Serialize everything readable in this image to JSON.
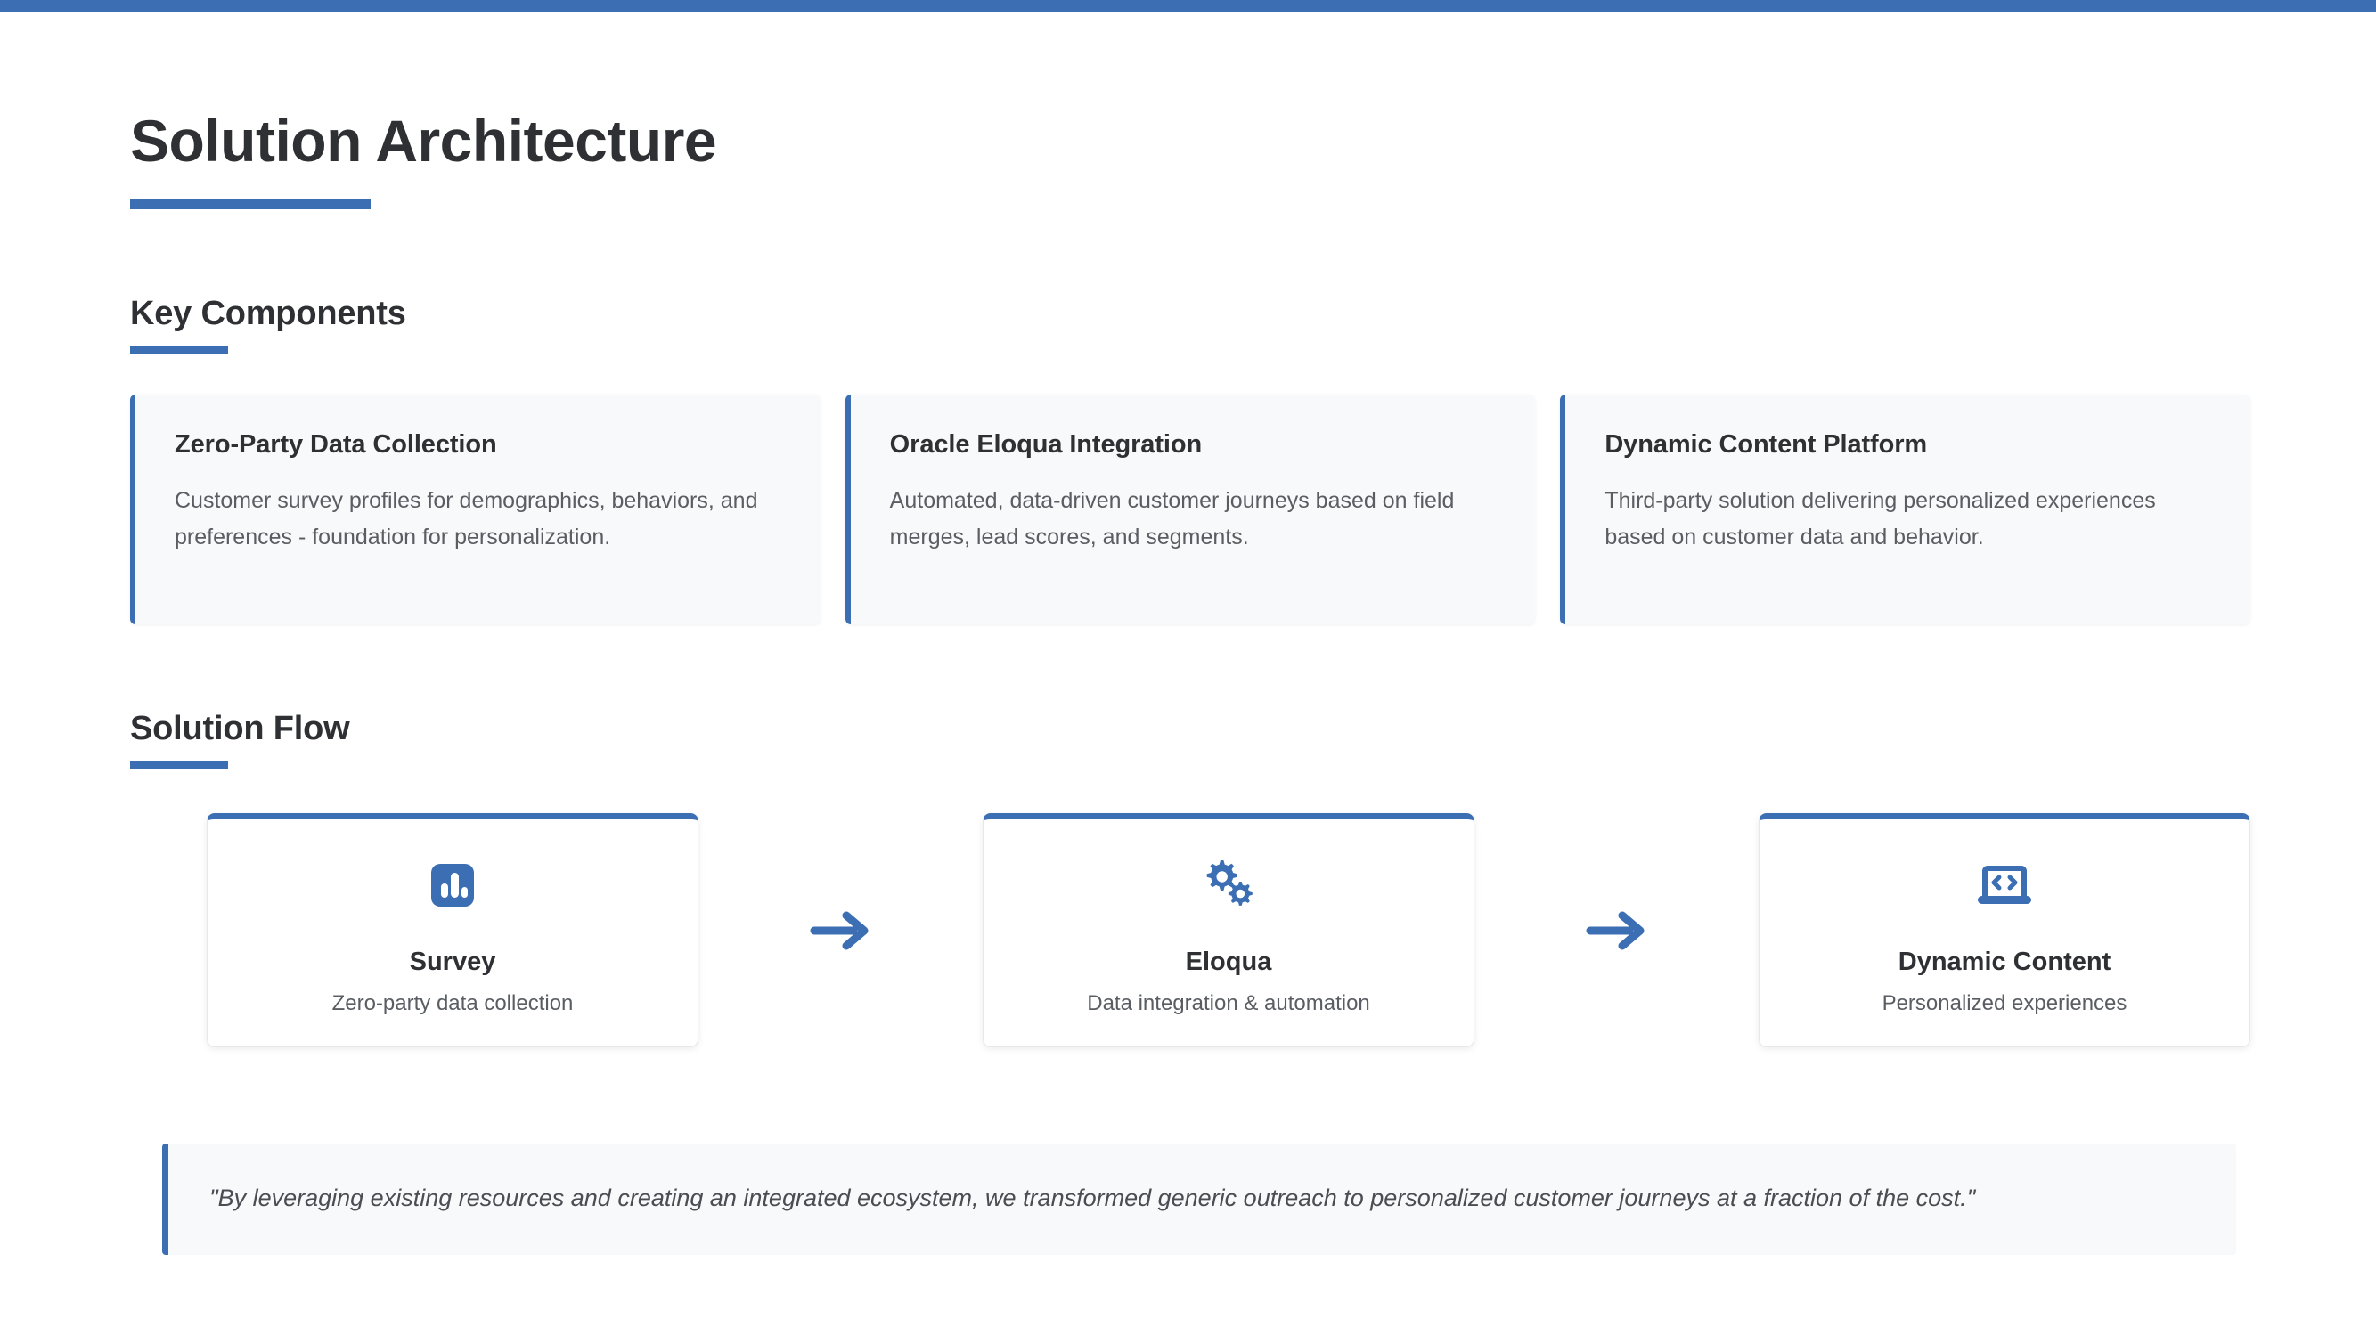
{
  "theme": {
    "accent": "#3C6EB4",
    "card_bg": "#F8F9FA",
    "heading_color": "#2F3033",
    "body_color": "#5A5E63"
  },
  "header": {
    "title": "Solution Architecture"
  },
  "key_components": {
    "section_title": "Key Components",
    "cards": [
      {
        "title": "Zero-Party Data Collection",
        "description": "Customer survey profiles for demographics, behaviors, and preferences - foundation for personalization."
      },
      {
        "title": "Oracle Eloqua Integration",
        "description": "Automated, data-driven customer journeys based on field merges, lead scores, and segments."
      },
      {
        "title": "Dynamic Content Platform",
        "description": "Third-party solution delivering personalized experiences based on customer data and behavior."
      }
    ]
  },
  "solution_flow": {
    "section_title": "Solution Flow",
    "steps": [
      {
        "icon": "bar-chart-icon",
        "title": "Survey",
        "subtitle": "Zero-party data collection"
      },
      {
        "icon": "gears-icon",
        "title": "Eloqua",
        "subtitle": "Data integration & automation"
      },
      {
        "icon": "laptop-code-icon",
        "title": "Dynamic Content",
        "subtitle": "Personalized experiences"
      }
    ],
    "connector_icon": "arrow-right-icon"
  },
  "quote": {
    "text": "\"By leveraging existing resources and creating an integrated ecosystem, we transformed generic outreach to personalized customer journeys at a fraction of the cost.\""
  }
}
